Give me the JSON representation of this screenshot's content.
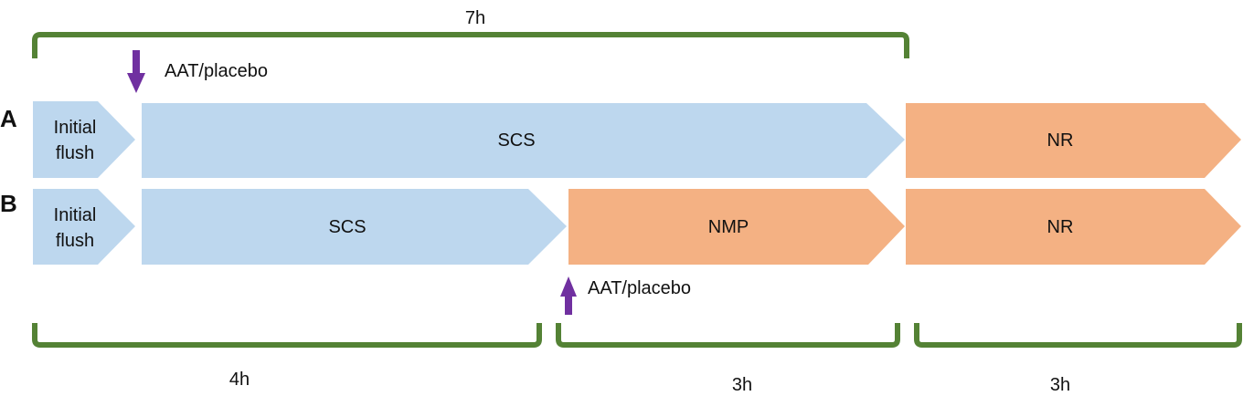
{
  "colors": {
    "cold": "#bdd7ee",
    "warm": "#f4b183",
    "bracket": "#548235",
    "arrow": "#7030a0"
  },
  "rows": {
    "a": "A",
    "b": "B"
  },
  "row_a": {
    "flush_line1": "Initial",
    "flush_line2": "flush",
    "scs": "SCS",
    "nr": "NR"
  },
  "row_b": {
    "flush_line1": "Initial",
    "flush_line2": "flush",
    "scs": "SCS",
    "nmp": "NMP",
    "nr": "NR"
  },
  "arrows": {
    "top": "AAT/placebo",
    "bottom": "AAT/placebo"
  },
  "durations": {
    "top": "7h",
    "scs": "4h",
    "nmp": "3h",
    "nr": "3h"
  }
}
